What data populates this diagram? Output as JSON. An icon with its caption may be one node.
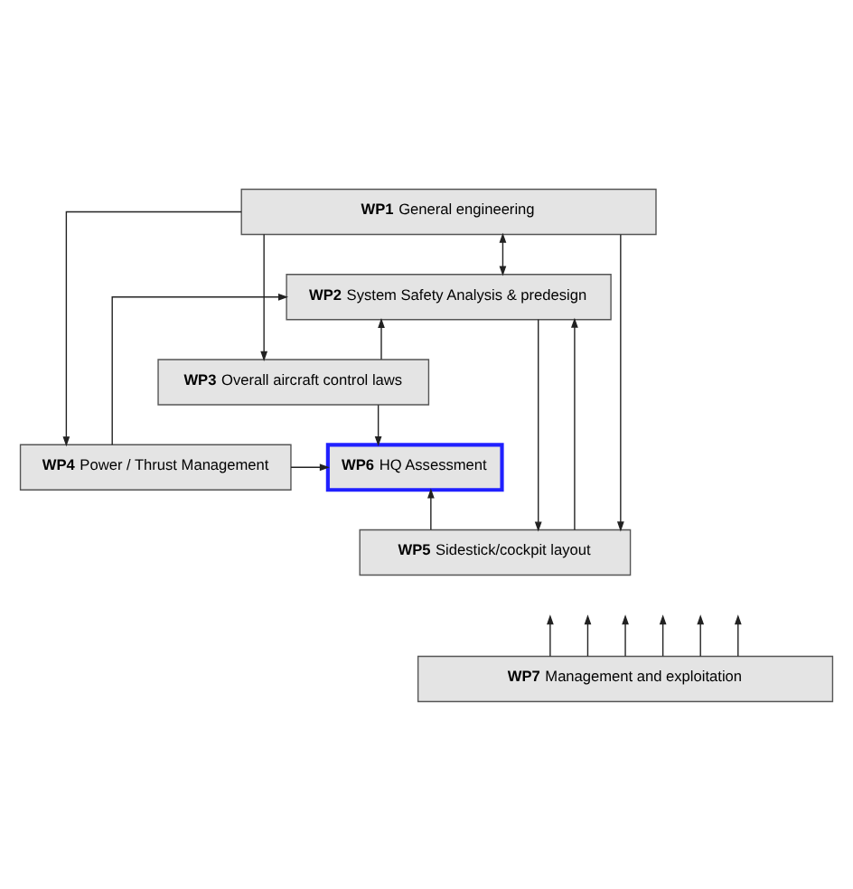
{
  "diagram": {
    "nodes": [
      {
        "text": [
          "**WP1** General engineering"
        ]
      },
      {
        "text": [
          "**WP2** System Safety Analysis & predesign"
        ]
      },
      {
        "text": [
          "**WP3** Overall aircraft control laws"
        ]
      },
      {
        "text": [
          "**WP4** Power / Thrust Management"
        ]
      },
      {
        "text": [
          "**WP5** Sidestick/cockpit layout"
        ]
      },
      {
        "text": [
          "**WP6** HQ Assessment"
        ]
      },
      {
        "text": [
          "**WP7** Management and exploitation"
        ]
      }
    ],
    "edges": [
      {
        "from": 0,
        "to": 1,
        "arrow": "both"
      },
      {
        "from": 0,
        "to": 2,
        "arrow": "to"
      },
      {
        "from": 0,
        "to": 3,
        "arrow": "to"
      },
      {
        "from": 0,
        "to": 4,
        "arrow": "to"
      },
      {
        "from": 1,
        "to": 4,
        "arrow": "to"
      },
      {
        "from": 2,
        "to": 5,
        "arrow": "to"
      },
      {
        "from": 3,
        "to": 5,
        "arrow": "to"
      },
      {
        "from": 4,
        "to": 5,
        "arrow": "to"
      },
      {
        "from": 2,
        "to": 1,
        "arrow": "to"
      },
      {
        "from": 3,
        "to": 1,
        "arrow": "to"
      },
      {
        "from": 4,
        "to": 1,
        "arrow": "to"
      },
      {
        "from": 6,
        "to": null,
        "arrow": "to"
      },
      {
        "from": 6,
        "to": null,
        "arrow": "to"
      },
      {
        "from": 6,
        "to": null,
        "arrow": "to"
      },
      {
        "from": 6,
        "to": null,
        "arrow": "to"
      },
      {
        "from": 6,
        "to": null,
        "arrow": "to"
      },
      {
        "from": 6,
        "to": null,
        "arrow": "to"
      }
    ]
  }
}
